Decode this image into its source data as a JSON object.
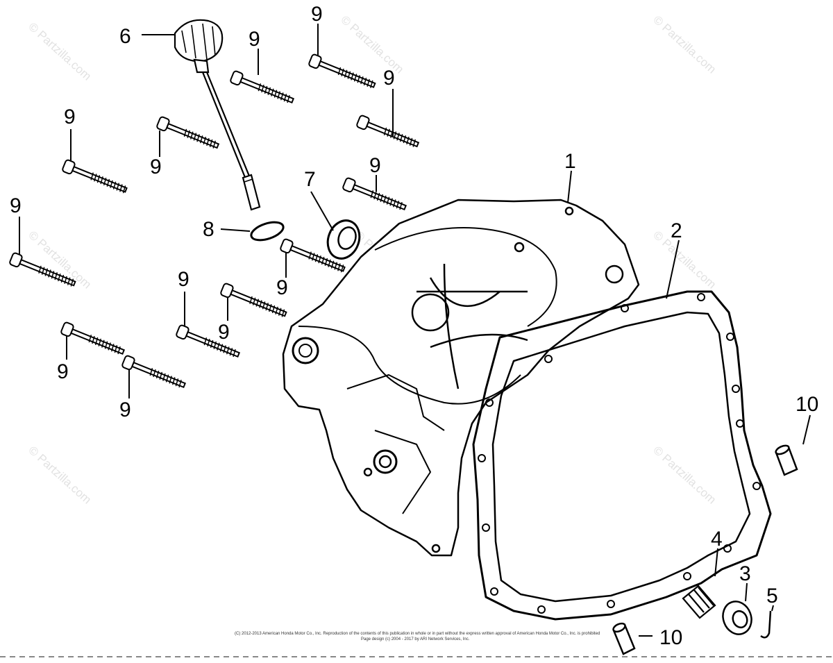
{
  "watermark": "© Partzilla.com",
  "footer": {
    "copyright": "(C) 2012-2013 American Honda Motor Co., Inc. Reproduction of the contents of this publication in whole or in part without the express written approval of American Honda Motor Co., Inc. is prohibited",
    "design": "Page design (c) 2004 - 2017 by ARI Network Services, Inc."
  },
  "callouts": {
    "c1": "1",
    "c2": "2",
    "c3": "3",
    "c4": "4",
    "c5": "5",
    "c6": "6",
    "c7": "7",
    "c8": "8",
    "c9": "9",
    "c10": "10"
  }
}
